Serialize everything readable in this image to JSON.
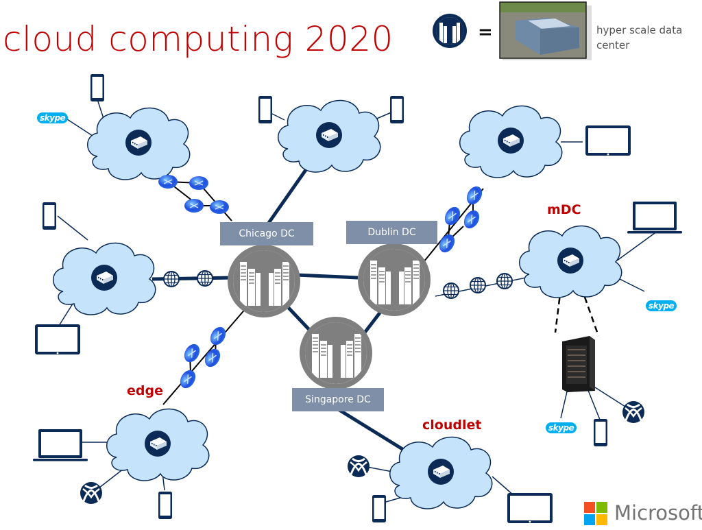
{
  "title": "cloud computing 2020",
  "legend": {
    "equals": "=",
    "text": "hyper scale data center",
    "icon": "datacenter-icon",
    "photo": "datacenter-photo"
  },
  "datacenters": [
    {
      "name": "Chicago DC"
    },
    {
      "name": "Dublin DC"
    },
    {
      "name": "Singapore DC"
    }
  ],
  "categories": {
    "mdc": "mDC",
    "edge": "edge",
    "cloudlet": "cloudlet"
  },
  "skype_label": "skype",
  "brand": {
    "name": "Microsoft",
    "colors": [
      "#f25022",
      "#7fba00",
      "#00a4ef",
      "#ffb900"
    ]
  },
  "colors": {
    "title": "#c00000",
    "navy": "#0b2a55",
    "cloud_fill": "#c5e3fb",
    "dc_grey": "#7f7f7f",
    "label_bg": "#7f8fa8",
    "router_blue": "#1f4fe0"
  }
}
